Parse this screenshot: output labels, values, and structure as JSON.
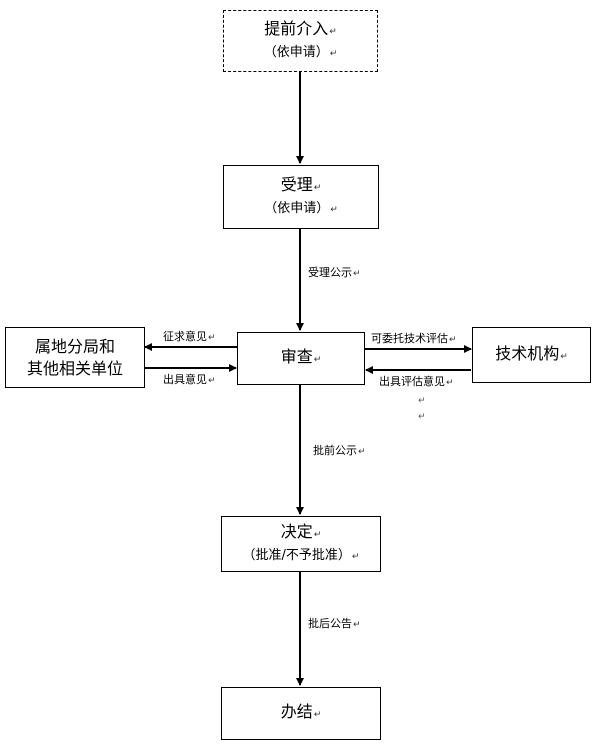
{
  "mark": "↵",
  "nodes": {
    "early": {
      "line1": "提前介入",
      "line2": "（依申请）"
    },
    "accept": {
      "line1": "受理",
      "line2": "（依申请）"
    },
    "review": {
      "line1": "审查"
    },
    "local": {
      "line1": "属地分局和",
      "line2": "其他相关单位"
    },
    "tech": {
      "line1": "技术机构"
    },
    "decide": {
      "line1": "决定",
      "line2": "（批准/不予批准）"
    },
    "done": {
      "line1": "办结"
    }
  },
  "edges": {
    "accept_notice": "受理公示",
    "solicit": "征求意见",
    "issue_opinion": "出具意见",
    "entrust": "可委托技术评估",
    "eval_opinion": "出具评估意见",
    "pre_approval_notice": "批前公示",
    "post_approval_notice": "批后公告"
  }
}
